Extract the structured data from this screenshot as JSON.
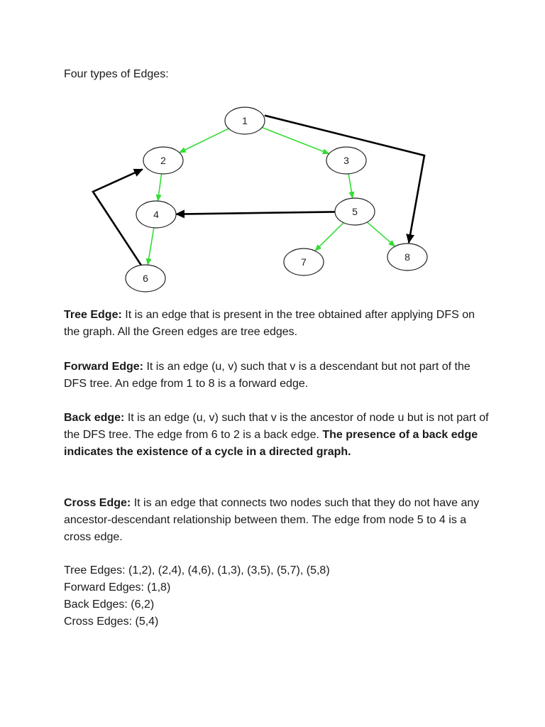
{
  "heading": "Four types of Edges:",
  "graph": {
    "nodes": [
      {
        "id": "1",
        "label": "1"
      },
      {
        "id": "2",
        "label": "2"
      },
      {
        "id": "3",
        "label": "3"
      },
      {
        "id": "4",
        "label": "4"
      },
      {
        "id": "5",
        "label": "5"
      },
      {
        "id": "6",
        "label": "6"
      },
      {
        "id": "7",
        "label": "7"
      },
      {
        "id": "8",
        "label": "8"
      }
    ],
    "edges": [
      {
        "from": "1",
        "to": "2",
        "type": "tree",
        "color": "#33dd33"
      },
      {
        "from": "2",
        "to": "4",
        "type": "tree",
        "color": "#33dd33"
      },
      {
        "from": "4",
        "to": "6",
        "type": "tree",
        "color": "#33dd33"
      },
      {
        "from": "1",
        "to": "3",
        "type": "tree",
        "color": "#33dd33"
      },
      {
        "from": "3",
        "to": "5",
        "type": "tree",
        "color": "#33dd33"
      },
      {
        "from": "5",
        "to": "7",
        "type": "tree",
        "color": "#33dd33"
      },
      {
        "from": "5",
        "to": "8",
        "type": "tree",
        "color": "#33dd33"
      },
      {
        "from": "1",
        "to": "8",
        "type": "forward",
        "color": "#000000"
      },
      {
        "from": "6",
        "to": "2",
        "type": "back",
        "color": "#000000"
      },
      {
        "from": "5",
        "to": "4",
        "type": "cross",
        "color": "#000000"
      }
    ]
  },
  "tree_edge": {
    "term": "Tree Edge:",
    "text": " It is an edge that is present in the tree obtained after applying DFS on the graph. All the Green edges are tree edges."
  },
  "forward_edge": {
    "term": "Forward Edge:",
    "text": " It is an edge (u, v) such that v is a descendant but not part of the DFS tree. An edge from 1 to 8 is a forward edge."
  },
  "back_edge": {
    "term": "Back edge:",
    "text": " It is an edge (u, v) such that v is the ancestor of node u but is not part of the DFS tree. The edge from 6 to 2 is a back edge. ",
    "emphasis": "The presence of a back edge indicates the existence of a cycle in a directed graph."
  },
  "cross_edge": {
    "term": "Cross Edge:",
    "text": " It is an edge that connects two nodes such that they do not have any ancestor-descendant relationship between them. The edge from node 5 to 4 is a cross edge."
  },
  "summary": {
    "tree": "Tree Edges: (1,2), (2,4), (4,6), (1,3), (3,5), (5,7), (5,8)",
    "forward": "Forward Edges: (1,8)",
    "back": "Back Edges: (6,2)",
    "cross": "Cross Edges: (5,4)"
  }
}
